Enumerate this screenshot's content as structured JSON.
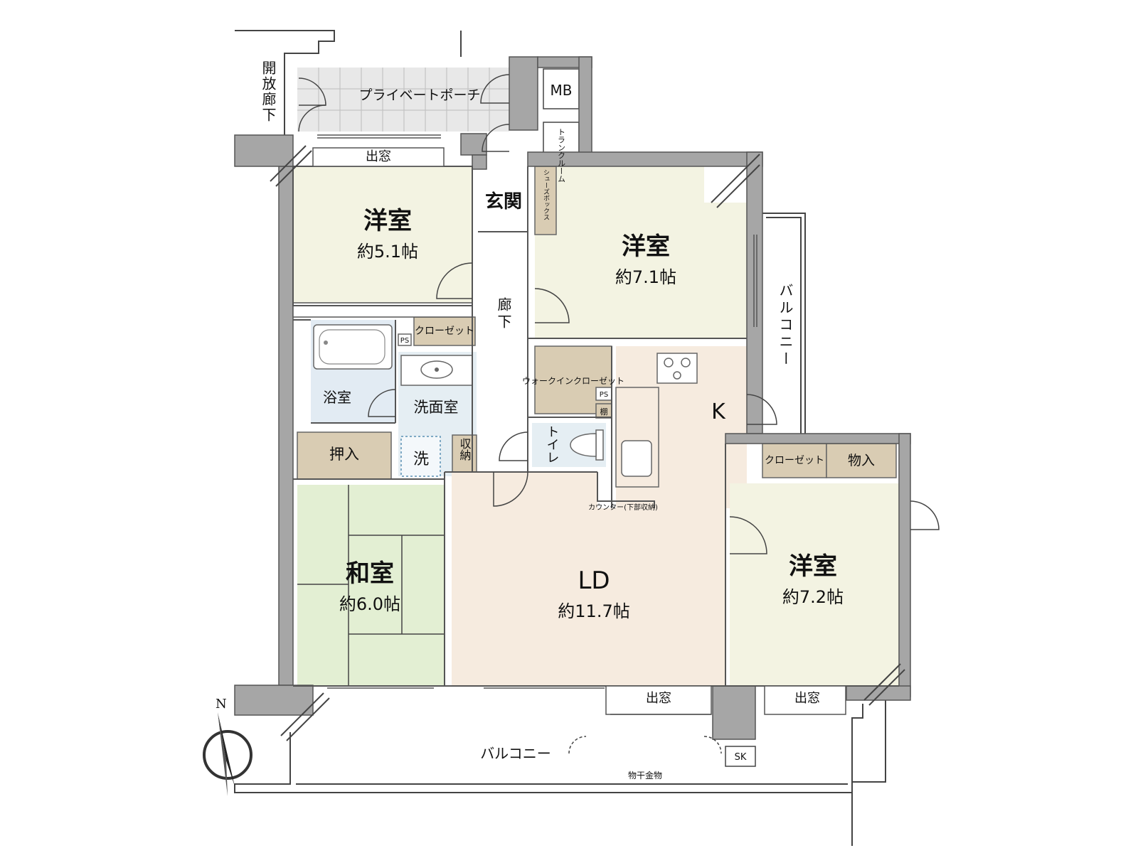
{
  "colors": {
    "western_room": "#f3f3e2",
    "living_dining": "#f6ebdf",
    "japanese_room": "#e3efd3",
    "bath": "#e2ebf3",
    "wash": "#e5eef3",
    "toilet": "#e5eef3",
    "storage": "#d9ccb3",
    "porch_tile": "#e8e8e8",
    "wall": "#a6a6a6"
  },
  "rooms": {
    "western_1": {
      "name": "洋室",
      "size": "約5.1帖"
    },
    "western_2": {
      "name": "洋室",
      "size": "約7.1帖"
    },
    "western_3": {
      "name": "洋室",
      "size": "約7.2帖"
    },
    "japanese": {
      "name": "和室",
      "size": "約6.0帖"
    },
    "living_dining": {
      "name": "LD",
      "size": "約11.7帖"
    },
    "kitchen": {
      "name": "K"
    },
    "bath": {
      "name": "浴室"
    },
    "washroom": {
      "name": "洗面室"
    },
    "toilet": {
      "name": "トイレ"
    },
    "entrance": {
      "name": "玄関"
    },
    "hallway": {
      "name": "廊下"
    }
  },
  "labels": {
    "open_corridor": "開放廊下",
    "private_porch": "プライベートポーチ",
    "mb": "MB",
    "trunk_room": "トランクルーム",
    "shoe_box": "シューズボックス",
    "bay_window_top": "出窓",
    "bay_window_bottom_1": "出窓",
    "bay_window_bottom_2": "出窓",
    "closet_1": "クローゼット",
    "closet_2": "クローゼット",
    "walk_in_closet": "ウォークインクローゼット",
    "ps_1": "PS",
    "ps_2": "PS",
    "shelf": "棚",
    "oshiire": "押入",
    "washer": "洗",
    "storage": "収納",
    "counter": "カウンター(下部収納)",
    "monoire": "物入",
    "balcony_east": "バルコニー",
    "balcony_south": "バルコニー",
    "sk": "SK",
    "clothes_hanger": "物干金物",
    "north": "N"
  }
}
